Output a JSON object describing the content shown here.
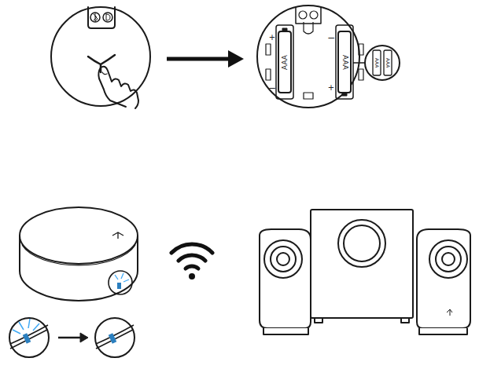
{
  "diagram": {
    "labels": [
      "AAA",
      "AAA",
      "AAA",
      "AAA",
      "+",
      "−",
      "−",
      "+"
    ]
  }
}
